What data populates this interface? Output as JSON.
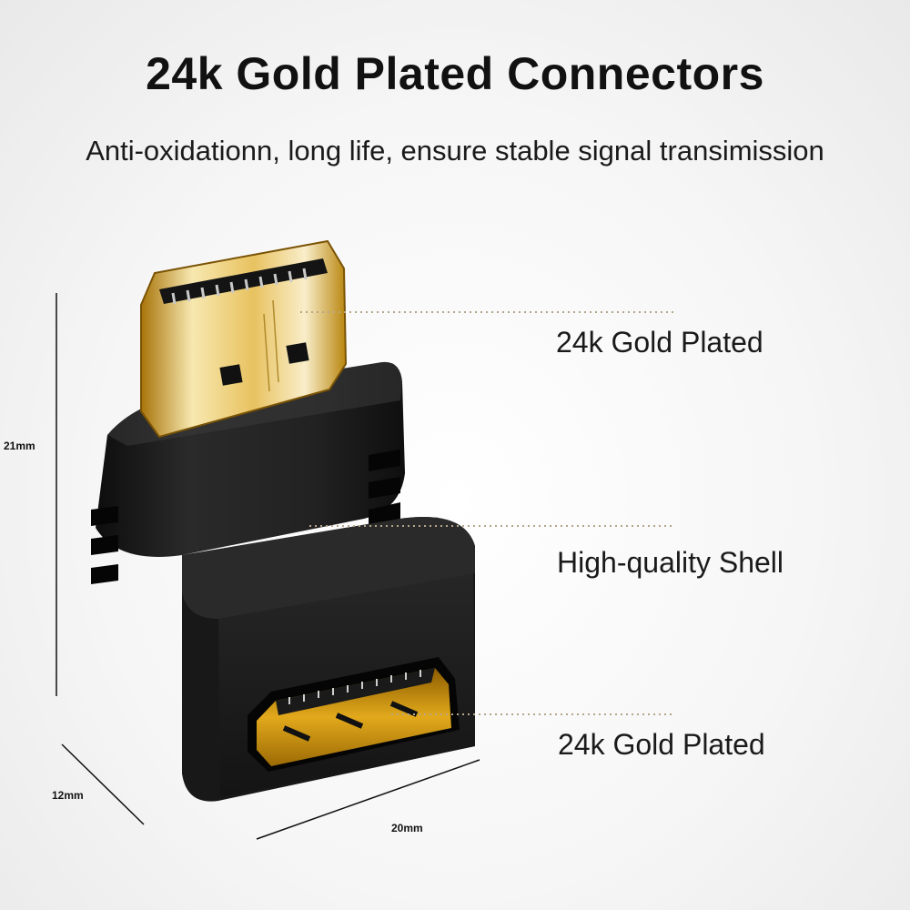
{
  "header": {
    "title": "24k Gold Plated Connectors",
    "subtitle": "Anti-oxidationn, long life, ensure stable signal transimission"
  },
  "callouts": [
    {
      "label": "24k Gold Plated"
    },
    {
      "label": "High-quality Shell"
    },
    {
      "label": "24k Gold Plated"
    }
  ],
  "dimensions": {
    "height": "21mm",
    "depth": "12mm",
    "width": "20mm"
  },
  "colors": {
    "gold": "#d8a418",
    "gold_light": "#f6e3a0",
    "shell": "#1b1b1b",
    "leader": "#b5a58a"
  }
}
